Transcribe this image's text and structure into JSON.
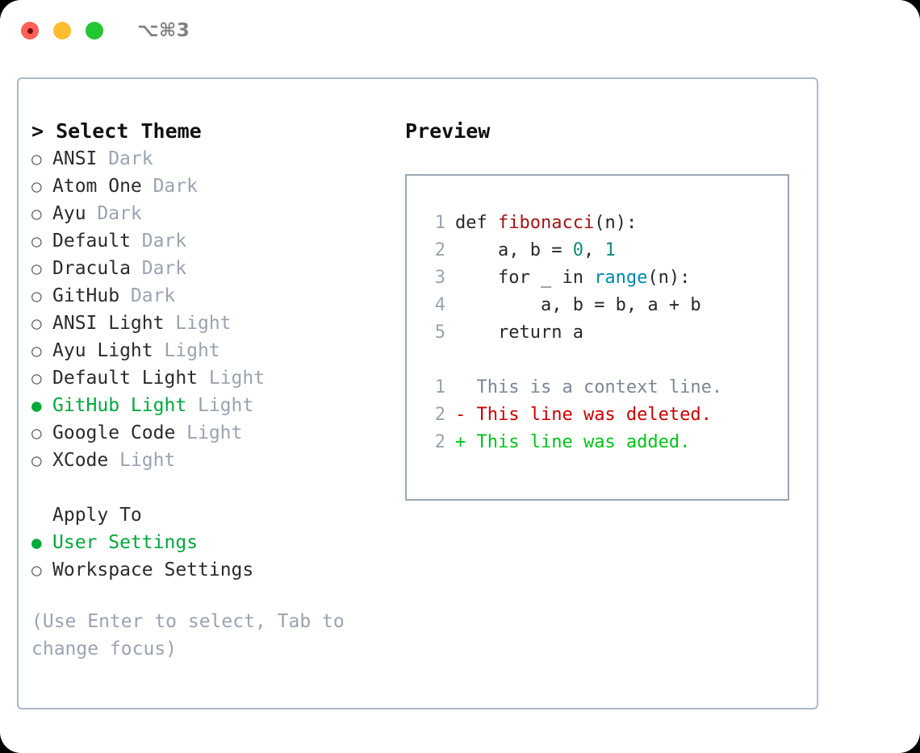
{
  "window": {
    "shortcut": "⌥⌘3",
    "traffic_lights": [
      {
        "name": "close",
        "color": "#ff6058"
      },
      {
        "name": "minimize",
        "color": "#ffbd2e"
      },
      {
        "name": "zoom",
        "color": "#23c734"
      }
    ]
  },
  "colors": {
    "selected_green": "#00a83c",
    "muted_gray": "#9aa3b0",
    "text_dark": "#2b2b2b",
    "panel_border": "#aeb8c6",
    "preview_border": "#9aa5b4",
    "syntax_function": "#a31515",
    "syntax_number": "#0f8a7e",
    "syntax_call": "#0086b3",
    "diff_added": "#00c418",
    "diff_deleted": "#cc0000",
    "diff_context": "#7c8794"
  },
  "theme_list": {
    "header": "> Select Theme",
    "marker_on": "●",
    "marker_off": "○",
    "items": [
      {
        "label": "ANSI",
        "tag": "Dark",
        "selected": false
      },
      {
        "label": "Atom One",
        "tag": "Dark",
        "selected": false
      },
      {
        "label": "Ayu",
        "tag": "Dark",
        "selected": false
      },
      {
        "label": "Default",
        "tag": "Dark",
        "selected": false
      },
      {
        "label": "Dracula",
        "tag": "Dark",
        "selected": false
      },
      {
        "label": "GitHub",
        "tag": "Dark",
        "selected": false
      },
      {
        "label": "ANSI Light",
        "tag": "Light",
        "selected": false
      },
      {
        "label": "Ayu Light",
        "tag": "Light",
        "selected": false
      },
      {
        "label": "Default Light",
        "tag": "Light",
        "selected": false
      },
      {
        "label": "GitHub Light",
        "tag": "Light",
        "selected": true
      },
      {
        "label": "Google Code",
        "tag": "Light",
        "selected": false
      },
      {
        "label": "XCode",
        "tag": "Light",
        "selected": false
      }
    ]
  },
  "apply_to": {
    "header": "Apply To",
    "items": [
      {
        "label": "User Settings",
        "selected": true
      },
      {
        "label": "Workspace Settings",
        "selected": false
      }
    ]
  },
  "hint": "(Use Enter to select, Tab to change focus)",
  "preview": {
    "header": "Preview",
    "code_lines": [
      {
        "num": "1",
        "parts": [
          {
            "text": "def ",
            "kind": "plain"
          },
          {
            "text": "fibonacci",
            "kind": "fn"
          },
          {
            "text": "(n):",
            "kind": "plain"
          }
        ]
      },
      {
        "num": "2",
        "parts": [
          {
            "text": "    a, b = ",
            "kind": "plain"
          },
          {
            "text": "0",
            "kind": "num"
          },
          {
            "text": ", ",
            "kind": "plain"
          },
          {
            "text": "1",
            "kind": "num"
          }
        ]
      },
      {
        "num": "3",
        "parts": [
          {
            "text": "    for _ in ",
            "kind": "plain"
          },
          {
            "text": "range",
            "kind": "call"
          },
          {
            "text": "(n):",
            "kind": "plain"
          }
        ]
      },
      {
        "num": "4",
        "parts": [
          {
            "text": "        a, b = b, a + b",
            "kind": "plain"
          }
        ]
      },
      {
        "num": "5",
        "parts": [
          {
            "text": "    return a",
            "kind": "plain"
          }
        ]
      }
    ],
    "diff_lines": [
      {
        "num": "1",
        "sign": " ",
        "text": "This is a context line.",
        "kind": "ctx"
      },
      {
        "num": "2",
        "sign": "-",
        "text": "This line was deleted.",
        "kind": "del"
      },
      {
        "num": "2",
        "sign": "+",
        "text": "This line was added.",
        "kind": "add"
      }
    ]
  }
}
